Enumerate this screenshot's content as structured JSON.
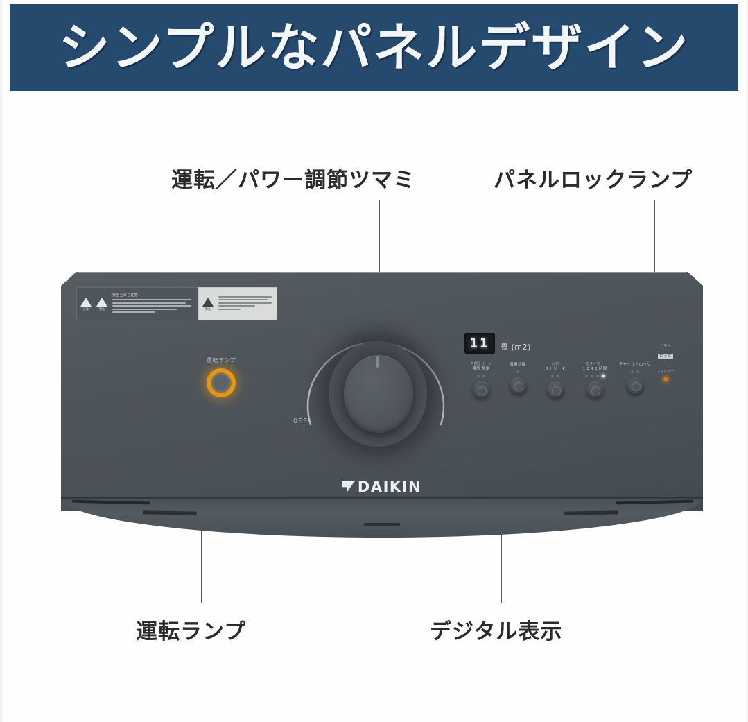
{
  "banner": {
    "title": "シンプルなパネルデザイン",
    "background_color": "#26496e",
    "text_color": "#f4f7fa"
  },
  "callouts": [
    {
      "id": "knob",
      "label": "運転／パワー調節ツマミ"
    },
    {
      "id": "panel_lock",
      "label": "パネルロックランプ"
    },
    {
      "id": "operation_lamp",
      "label": "運転ランプ"
    },
    {
      "id": "digital_display",
      "label": "デジタル表示"
    }
  ],
  "device": {
    "brand": "DAIKIN",
    "body_color": "#4e555a",
    "warning_sticker": {
      "caution_caption": "注意",
      "warning_caption": "警告",
      "heading": "安全上のご注意"
    },
    "operation_lamp": {
      "label": "運転ランプ",
      "color": "#e8960f",
      "state": "on"
    },
    "knob": {
      "off_label": "OFF",
      "arc": "power level scale"
    },
    "digital_display": {
      "value": "11",
      "unit": "畳 (m2)",
      "backlight_color": "#191c1f",
      "digit_color": "#e9eef0"
    },
    "buttons": [
      {
        "id": "mode",
        "label_top": "内部クリーン",
        "label_main": "標準  節電",
        "leds": [
          "off",
          "off"
        ]
      },
      {
        "id": "airflow",
        "label_top": "",
        "label_main": "風量切換",
        "leds": [
          "off"
        ]
      },
      {
        "id": "stream",
        "label_top": "入切",
        "label_main": "ストリーマ",
        "leds": [
          "off",
          "off"
        ]
      },
      {
        "id": "timer",
        "label_top": "切タイマー",
        "label_main": "1  2  4  8  時間",
        "leds": [
          "off",
          "off",
          "off",
          "on"
        ]
      },
      {
        "id": "panel_lock_button",
        "label_top": "",
        "label_main": "チャイルドロック",
        "leds": [
          "off",
          "off"
        ]
      }
    ],
    "panel_lock_lamp": {
      "label_top": "パネル",
      "chip": "ロック",
      "label_sub": "フィルター",
      "color": "#cf7a18",
      "state": "on"
    }
  },
  "page": {
    "background_color": "#fdfefd"
  }
}
